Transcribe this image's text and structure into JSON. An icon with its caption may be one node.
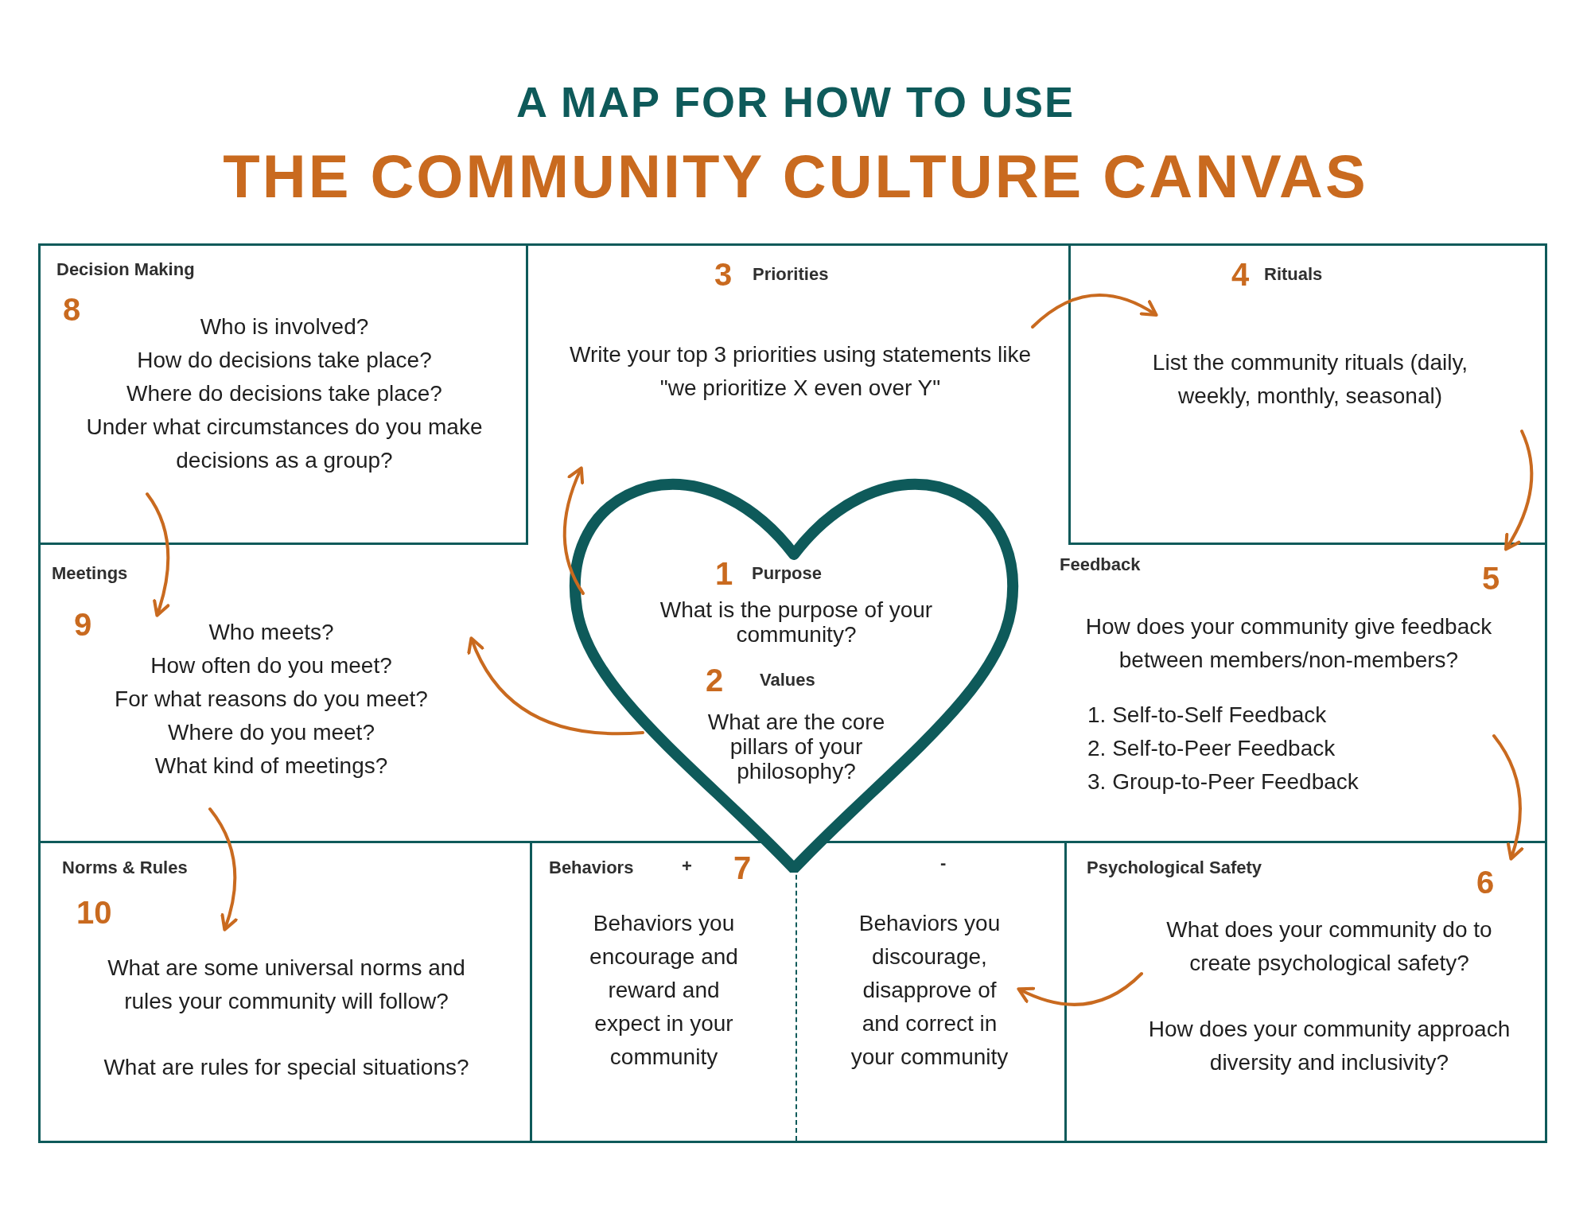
{
  "diagram": {
    "title": "THE COMMUNITY CULTURE CANVAS",
    "labels": [
      "A MAP FOR HOW TO USE"
    ],
    "nodes": [
      {
        "text": [
          "Decision Making",
          "8",
          "Who is involved?",
          "How do decisions take place?",
          "Where do decisions take place?",
          "Under what circumstances do you make decisions as a group?"
        ]
      },
      {
        "text": [
          "3",
          "Priorities",
          "Write your top 3 priorities using statements like \"we prioritize X even over Y\""
        ]
      },
      {
        "text": [
          "4",
          "Rituals",
          "List the community rituals (daily, weekly, monthly, seasonal)"
        ]
      },
      {
        "text": [
          "Meetings",
          "9",
          "Who meets?",
          "How often do you meet?",
          "For what reasons do you meet?",
          "Where do you meet?",
          "What kind of meetings?"
        ]
      },
      {
        "text": [
          "1",
          "Purpose",
          "What is the purpose of your community?",
          "2",
          "Values",
          "What are the core pillars of your philosophy?"
        ]
      },
      {
        "text": [
          "Feedback",
          "5",
          "How does your community give feedback between members/non-members?",
          "1. Self-to-Self Feedback",
          "2. Self-to-Peer Feedback",
          "3. Group-to-Peer Feedback"
        ]
      },
      {
        "text": [
          "Norms & Rules",
          "10",
          "What are some universal norms and rules your community will follow?",
          "What are rules for special situations?"
        ]
      },
      {
        "text": [
          "Behaviors",
          "7"
        ]
      },
      {
        "text": [
          "+",
          "Behaviors you encourage and reward and expect in your community"
        ],
        "in": 7
      },
      {
        "text": [
          "-",
          "Behaviors you discourage, disapprove of and correct in your community"
        ],
        "in": 7
      },
      {
        "text": [
          "Psychological Safety",
          "6",
          "What does your community do to create psychological safety?",
          "How does your community approach diversity and inclusivity?"
        ]
      }
    ],
    "edges": [
      {
        "from": 0,
        "to": 3,
        "arrow": "to"
      },
      {
        "from": 3,
        "to": 6,
        "arrow": "to"
      },
      {
        "from": 1,
        "to": 2,
        "arrow": "to"
      },
      {
        "from": 2,
        "to": 5,
        "arrow": "to"
      },
      {
        "from": 5,
        "to": 10,
        "arrow": "to"
      },
      {
        "from": 10,
        "to": 9,
        "arrow": "to"
      },
      {
        "from": 4,
        "to": 1,
        "arrow": "to"
      },
      {
        "from": 4,
        "to": 3,
        "arrow": "to"
      }
    ]
  }
}
